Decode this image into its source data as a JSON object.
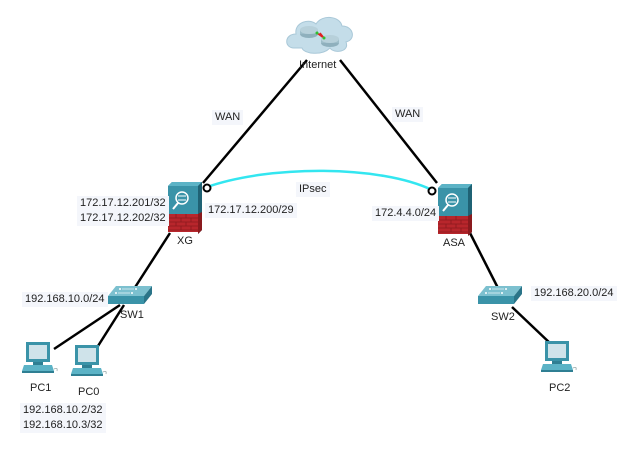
{
  "diagram": {
    "devices": {
      "internet": {
        "name": "Internet",
        "type": "cloud"
      },
      "xg": {
        "name": "XG",
        "type": "firewall"
      },
      "asa": {
        "name": "ASA",
        "type": "firewall"
      },
      "sw1": {
        "name": "SW1",
        "type": "switch"
      },
      "sw2": {
        "name": "SW2",
        "type": "switch"
      },
      "pc0": {
        "name": "PC0",
        "type": "pc"
      },
      "pc1": {
        "name": "PC1",
        "type": "pc"
      },
      "pc2": {
        "name": "PC2",
        "type": "pc"
      }
    },
    "links": {
      "xg_internet": "WAN",
      "asa_internet": "WAN",
      "tunnel": "IPsec"
    },
    "annotations": {
      "xg_hosts": [
        "172.17.12.201/32",
        "172.17.12.202/32"
      ],
      "xg_subnet": "172.17.12.200/29",
      "asa_subnet": "172.4.4.0/24",
      "lan1": "192.168.10.0/24",
      "lan2": "192.168.20.0/24",
      "pc_hosts": [
        "192.168.10.2/32",
        "192.168.10.3/32"
      ]
    },
    "colors": {
      "link": "#000000",
      "tunnel": "#33e6f0",
      "firewall_top": "#3a93a8",
      "firewall_brick": "#b8262c",
      "cloud": "#c4dde9"
    }
  }
}
